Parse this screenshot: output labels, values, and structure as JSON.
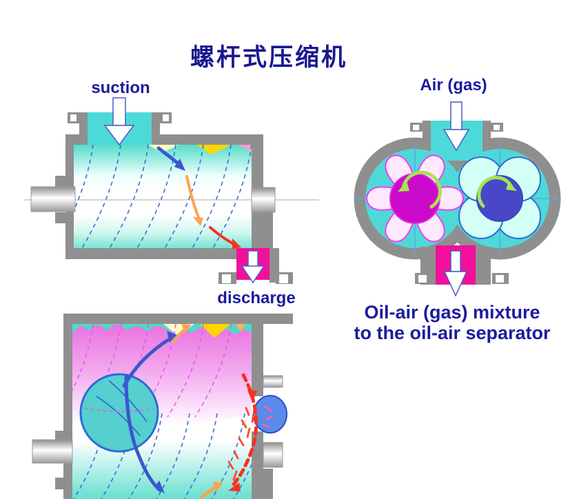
{
  "title": "螺杆式压缩机",
  "axial_view": {
    "name": "screw compressor axial section",
    "suction_label": "suction",
    "discharge_label": "discharge"
  },
  "cross_section_view": {
    "name": "rotor cross section",
    "inlet_label": "Air (gas)",
    "outlet_caption_line1": "Oil-air (gas) mixture",
    "outlet_caption_line2": "to the oil-air separator"
  },
  "oil_injection_view": {
    "name": "oil injected screw section (cropped at bottom)"
  },
  "colors": {
    "label_blue": "#1b1b9e",
    "casing_gray": "#8f8f8f",
    "chamber_cyan": "#4fd8d8",
    "discharge_magenta": "#f2109a",
    "male_rotor_center_magenta": "#cc0acc",
    "male_rotor_pale_pink": "#ffe9ff",
    "female_rotor_center_blue": "#4747c8",
    "female_rotor_pale_cyan": "#d4fff4",
    "rotation_arrow_green": "#a6e34f",
    "oil_pink": "#ee82ee",
    "flow_blue": "#3a57cf",
    "flow_orange": "#ffa24d",
    "flow_red": "#f53022",
    "crosshair_blue": "#58a8e8"
  }
}
